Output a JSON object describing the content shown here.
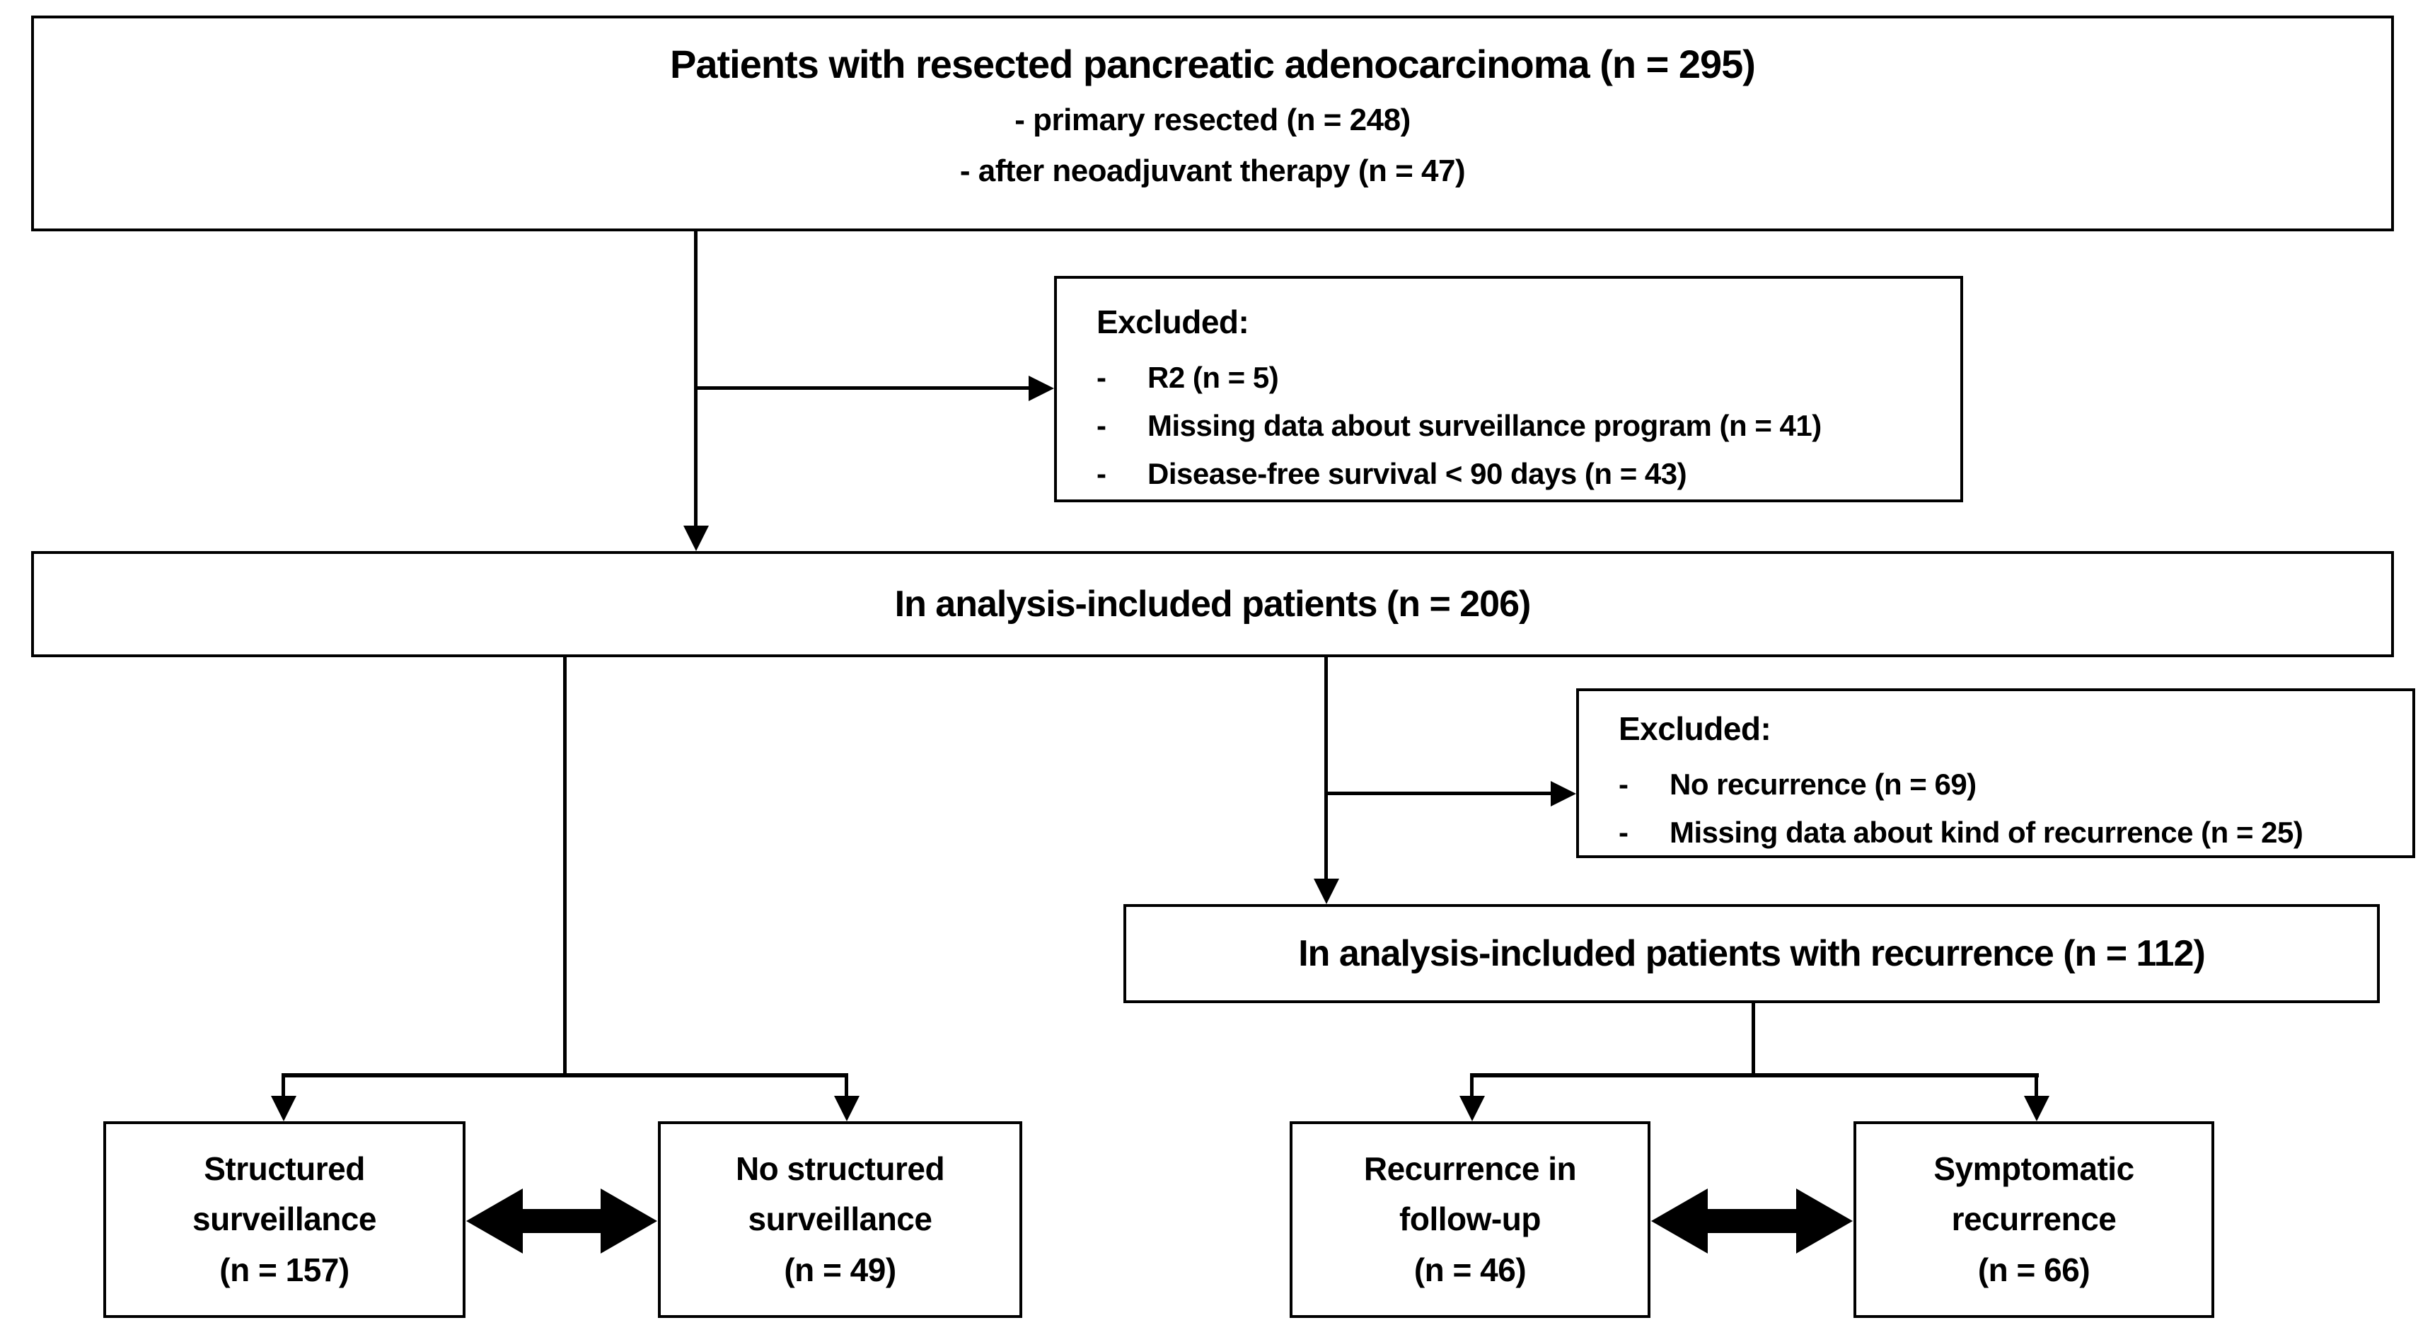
{
  "diagram": {
    "bullet_char": "-",
    "colors": {
      "line": "#000000",
      "background": "#ffffff",
      "text": "#000000"
    },
    "top_box": {
      "title": "Patients with resected pancreatic adenocarcinoma (n = 295)",
      "sub1": "- primary resected (n = 248)",
      "sub2": "- after neoadjuvant therapy (n = 47)"
    },
    "excluded_box_1": {
      "header": "Excluded:",
      "items": [
        "R2 (n = 5)",
        "Missing data about surveillance program (n = 41)",
        "Disease-free survival < 90 days (n = 43)"
      ]
    },
    "included_bar": {
      "label": "In analysis-included patients (n = 206)"
    },
    "excluded_box_2": {
      "header": "Excluded:",
      "items": [
        "No recurrence (n = 69)",
        "Missing data about kind of recurrence (n = 25)"
      ]
    },
    "recurrence_bar": {
      "label": "In analysis-included patients with recurrence (n = 112)"
    },
    "bottom_boxes": {
      "structured": "Structured\nsurveillance\n(n = 157)",
      "no_structured": "No structured\nsurveillance\n(n = 49)",
      "recurrence_followup": "Recurrence in\nfollow-up\n(n = 46)",
      "symptomatic": "Symptomatic\nrecurrence\n(n = 66)"
    }
  }
}
